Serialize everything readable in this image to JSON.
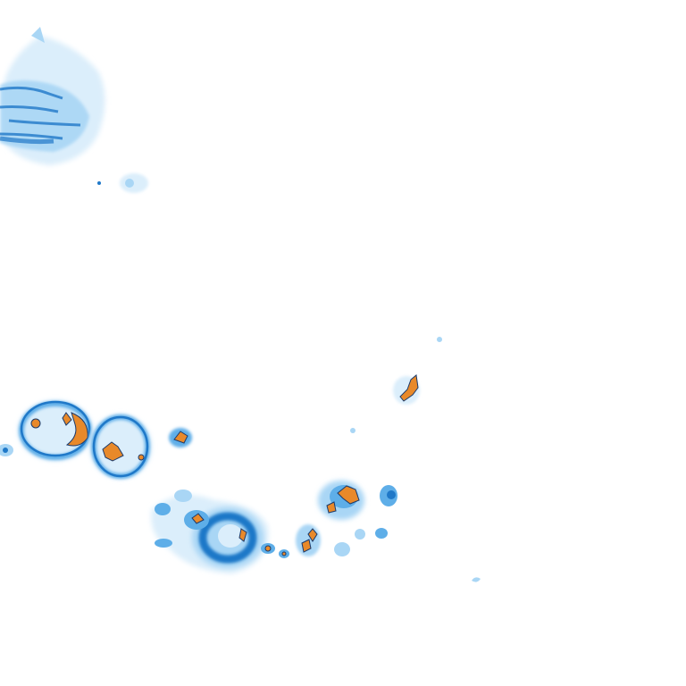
{
  "map": {
    "background": "#ffffff",
    "legend_palette": {
      "very_light": "#dbeefb",
      "light": "#a9d6f5",
      "medium": "#5eaee8",
      "strong": "#1f78c8",
      "core": "#e8892a",
      "core_outline": "#1b3a6b"
    },
    "cells": [
      {
        "id": "northwest-band",
        "intensity": "light-medium"
      },
      {
        "id": "small-northwest-patch",
        "intensity": "light"
      },
      {
        "id": "west-ring-cell-1",
        "intensity": "strong",
        "has_core": true
      },
      {
        "id": "west-ring-cell-2",
        "intensity": "strong",
        "has_core": true
      },
      {
        "id": "small-core-cell",
        "intensity": "medium",
        "has_core": true
      },
      {
        "id": "east-isolated-cell",
        "intensity": "medium",
        "has_core": true
      },
      {
        "id": "south-cluster",
        "intensity": "strong",
        "has_core": true
      },
      {
        "id": "central-line-cells",
        "intensity": "medium",
        "has_core": true
      },
      {
        "id": "far-east-fleck",
        "intensity": "light"
      }
    ]
  }
}
